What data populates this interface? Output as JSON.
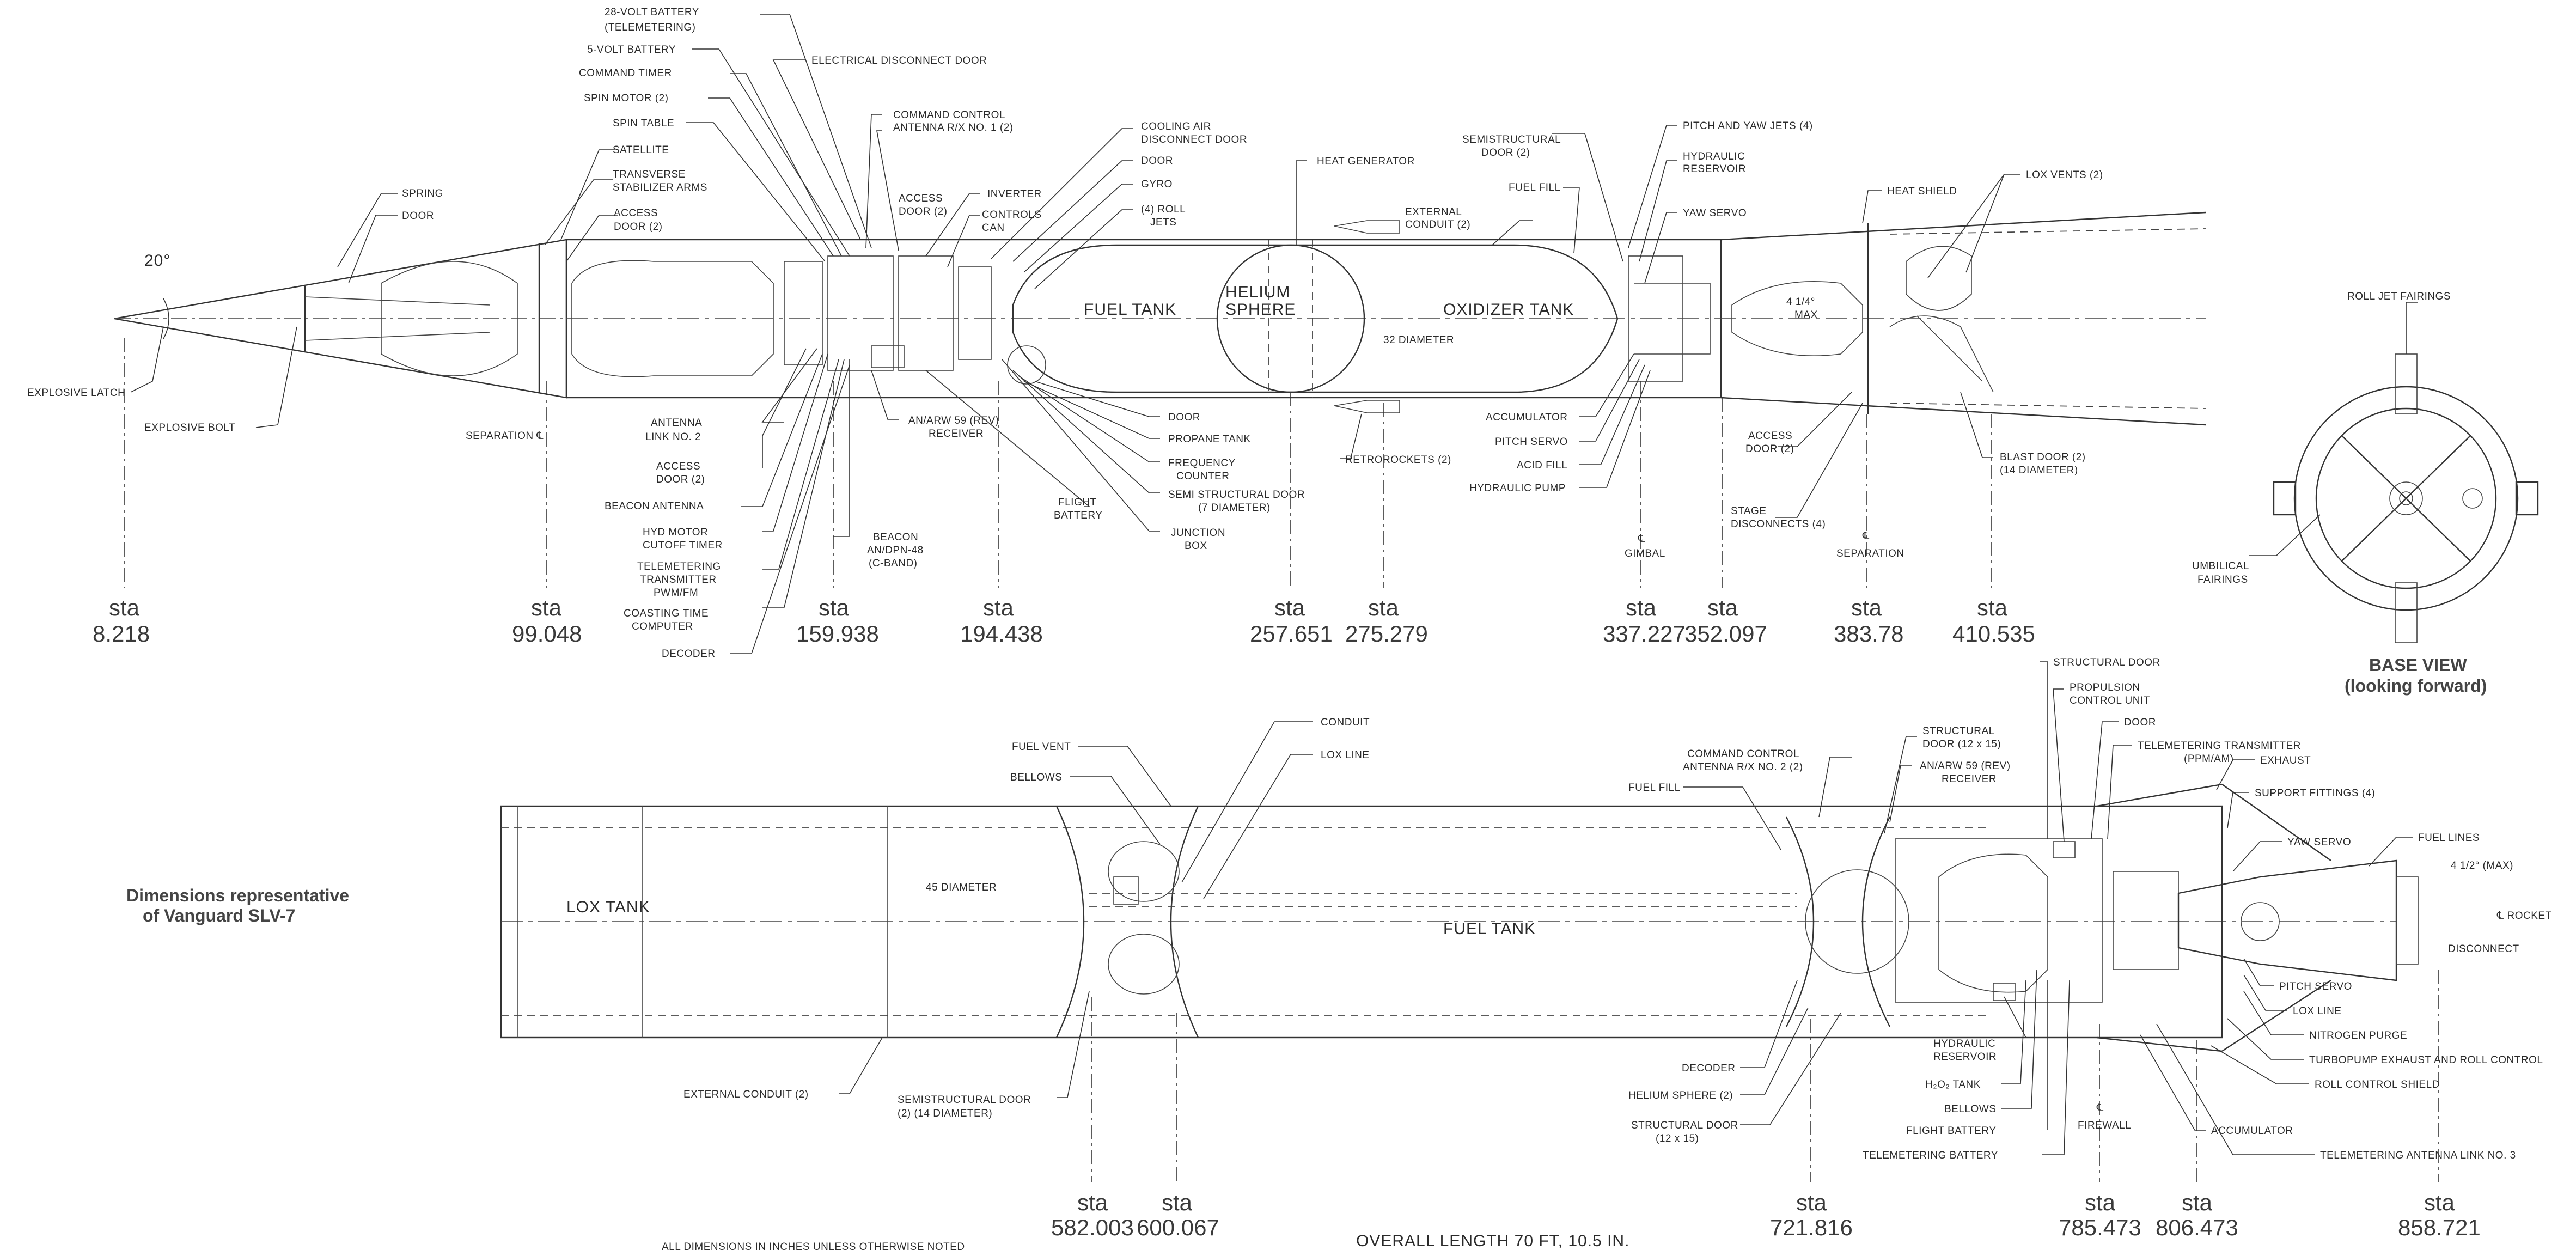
{
  "angle_label": "20°",
  "upper": {
    "labels": {
      "battery28": "28-VOLT BATTERY",
      "telemetering": "(TELEMETERING)",
      "battery5": "5-VOLT BATTERY",
      "command_timer": "COMMAND TIMER",
      "spin_motor": "SPIN MOTOR (2)",
      "spin_table": "SPIN TABLE",
      "satellite": "SATELLITE",
      "transverse1": "TRANSVERSE",
      "transverse2": "STABILIZER ARMS",
      "access_door1": "ACCESS",
      "access_door2": "DOOR (2)",
      "spring": "SPRING",
      "door": "DOOR",
      "elec_disconnect": "ELECTRICAL DISCONNECT DOOR",
      "cmd_control1": "COMMAND CONTROL",
      "cmd_control2": "ANTENNA R/X NO. 1 (2)",
      "access_door_b1": "ACCESS",
      "access_door_b2": "DOOR (2)",
      "inverter": "INVERTER",
      "controls_can1": "CONTROLS",
      "controls_can2": "CAN",
      "cooling1": "COOLING AIR",
      "cooling2": "DISCONNECT DOOR",
      "door2": "DOOR",
      "gyro": "GYRO",
      "roll_jets1": "(4) ROLL",
      "roll_jets2": "JETS",
      "heat_generator": "HEAT GENERATOR",
      "semistructural1": "SEMISTRUCTURAL",
      "semistructural2": "DOOR (2)",
      "fuel_fill": "FUEL FILL",
      "ext_conduit1": "EXTERNAL",
      "ext_conduit2": "CONDUIT (2)",
      "pitch_yaw_jets": "PITCH AND YAW JETS (4)",
      "hyd_reservoir1": "HYDRAULIC",
      "hyd_reservoir2": "RESERVOIR",
      "yaw_servo": "YAW SERVO",
      "heat_shield": "HEAT SHIELD",
      "lox_vents": "LOX VENTS (2)",
      "fuel_tank": "FUEL TANK",
      "helium1": "HELIUM",
      "helium2": "SPHERE",
      "oxidizer_tank": "OXIDIZER TANK",
      "diameter32": "32 DIAMETER",
      "max_angle1": "4 1/4°",
      "max_angle2": "MAX",
      "explosive_latch": "EXPLOSIVE LATCH",
      "explosive_bolt": "EXPLOSIVE BOLT",
      "separation": "SEPARATION ℄",
      "antenna_link1": "ANTENNA",
      "antenna_link2": "LINK NO. 2",
      "access_door_c1": "ACCESS",
      "access_door_c2": "DOOR (2)",
      "beacon_antenna": "BEACON ANTENNA",
      "hyd_motor1": "HYD MOTOR",
      "hyd_motor2": "CUTOFF TIMER",
      "telemetering_tx1": "TELEMETERING",
      "telemetering_tx2": "TRANSMITTER",
      "telemetering_tx3": "PWM/FM",
      "coasting1": "COASTING TIME",
      "coasting2": "COMPUTER",
      "decoder": "DECODER",
      "beacon1": "BEACON",
      "beacon2": "AN/DPN-48",
      "beacon3": "(C-BAND)",
      "an_arw1": "AN/ARW 59 (REV)",
      "an_arw2": "RECEIVER",
      "flight_battery1": "FLIGHT",
      "flight_battery2": "BATTERY",
      "door3": "DOOR",
      "propane_tank": "PROPANE TANK",
      "freq_counter1": "FREQUENCY",
      "freq_counter2": "COUNTER",
      "semi_door1": "SEMI STRUCTURAL DOOR",
      "semi_door2": "(7 DIAMETER)",
      "junction1": "JUNCTION",
      "junction2": "BOX",
      "retrorockets": "RETROROCKETS (2)",
      "accumulator": "ACCUMULATOR",
      "pitch_servo": "PITCH SERVO",
      "acid_fill": "ACID FILL",
      "hyd_pump": "HYDRAULIC PUMP",
      "gimbal1": "℄",
      "gimbal2": "GIMBAL",
      "access_door_d1": "ACCESS",
      "access_door_d2": "DOOR (2)",
      "stage_disc1": "STAGE",
      "stage_disc2": "DISCONNECTS (4)",
      "separation2a": "℄",
      "separation2b": "SEPARATION",
      "blast_door1": "BLAST DOOR (2)",
      "blast_door2": "(14 DIAMETER)"
    },
    "stations": [
      {
        "label": "sta",
        "value": "8.218"
      },
      {
        "label": "sta",
        "value": "99.048"
      },
      {
        "label": "sta",
        "value": "159.938"
      },
      {
        "label": "sta",
        "value": "194.438"
      },
      {
        "label": "sta",
        "value": "257.651"
      },
      {
        "label": "sta",
        "value": "275.279"
      },
      {
        "label": "sta",
        "value": "337.227"
      },
      {
        "label": "sta",
        "value": "352.097"
      },
      {
        "label": "sta",
        "value": "383.78"
      },
      {
        "label": "sta",
        "value": "410.535"
      }
    ]
  },
  "base_view": {
    "roll_jet": "ROLL JET FAIRINGS",
    "umbilical1": "UMBILICAL",
    "umbilical2": "FAIRINGS",
    "title1": "BASE VIEW",
    "title2": "(looking forward)"
  },
  "lower": {
    "labels": {
      "fuel_vent": "FUEL VENT",
      "bellows": "BELLOWS",
      "conduit": "CONDUIT",
      "lox_line": "LOX LINE",
      "lox_tank": "LOX TANK",
      "diameter45": "45 DIAMETER",
      "fuel_tank": "FUEL TANK",
      "ext_conduit": "EXTERNAL CONDUIT (2)",
      "semistructural1": "SEMISTRUCTURAL DOOR",
      "semistructural2": "(2) (14 DIAMETER)",
      "cmd_control1": "COMMAND CONTROL",
      "cmd_control2": "ANTENNA R/X NO. 2 (2)",
      "fuel_fill": "FUEL FILL",
      "structural1": "STRUCTURAL",
      "structural2": "DOOR (12 x 15)",
      "an_arw1": "AN/ARW 59 (REV)",
      "an_arw2": "RECEIVER",
      "structural_door": "STRUCTURAL DOOR",
      "propulsion1": "PROPULSION",
      "propulsion2": "CONTROL UNIT",
      "door": "DOOR",
      "tele_tx1": "TELEMETERING TRANSMITTER",
      "tele_tx2": "(PPM/AM)",
      "exhaust": "EXHAUST",
      "support": "SUPPORT FITTINGS (4)",
      "yaw_servo": "YAW SERVO",
      "fuel_lines": "FUEL LINES",
      "max_angle": "4 1/2° (MAX)",
      "rocket": "℄ ROCKET",
      "disconnect": "DISCONNECT",
      "pitch_servo": "PITCH SERVO",
      "lox_line2": "LOX LINE",
      "nitrogen": "NITROGEN PURGE",
      "turbopump": "TURBOPUMP EXHAUST AND ROLL CONTROL",
      "roll_shield": "ROLL CONTROL SHIELD",
      "accumulator": "ACCUMULATOR",
      "tele_antenna": "TELEMETERING ANTENNA LINK NO. 3",
      "decoder": "DECODER",
      "helium": "HELIUM SPHERE (2)",
      "structural_b1": "STRUCTURAL DOOR",
      "structural_b2": "(12 x 15)",
      "hyd1": "HYDRAULIC",
      "hyd2": "RESERVOIR",
      "h2o2": "H₂O₂ TANK",
      "bellows2": "BELLOWS",
      "flight_battery": "FLIGHT BATTERY",
      "tele_battery": "TELEMETERING BATTERY",
      "firewall1": "℄",
      "firewall2": "FIREWALL"
    },
    "stations": [
      {
        "label": "sta",
        "value": "582.003"
      },
      {
        "label": "sta",
        "value": "600.067"
      },
      {
        "label": "sta",
        "value": "721.816"
      },
      {
        "label": "sta",
        "value": "785.473"
      },
      {
        "label": "sta",
        "value": "806.473"
      },
      {
        "label": "sta",
        "value": "858.721"
      }
    ]
  },
  "notes": {
    "dims1": "Dimensions representative",
    "dims2": "of Vanguard SLV-7",
    "all_dims": "ALL DIMENSIONS IN INCHES UNLESS OTHERWISE NOTED",
    "overall": "OVERALL LENGTH 70 FT, 10.5 IN."
  }
}
